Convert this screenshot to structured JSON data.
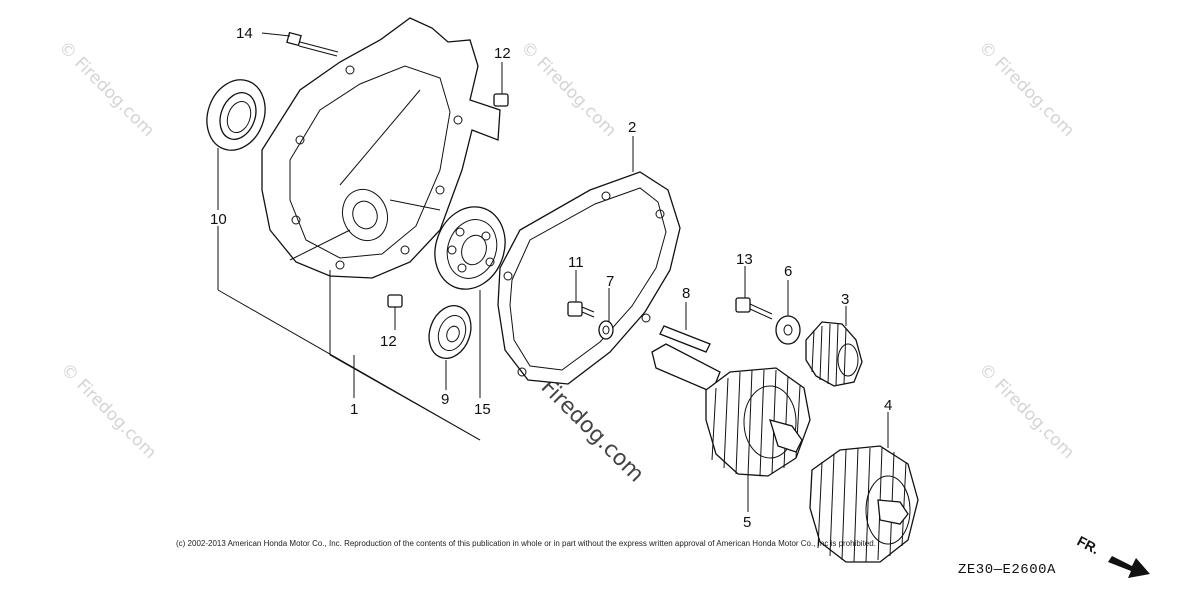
{
  "watermarks": {
    "text": "© Firedog.com",
    "center_text": "Firedog.com"
  },
  "callouts": {
    "c1": "1",
    "c2": "2",
    "c3": "3",
    "c4": "4",
    "c5": "5",
    "c6": "6",
    "c7": "7",
    "c8": "8",
    "c9": "9",
    "c10": "10",
    "c11": "11",
    "c12a": "12",
    "c12b": "12",
    "c13": "13",
    "c14": "14",
    "c15": "15"
  },
  "footer": {
    "copyright": "(c) 2002-2013 American Honda Motor Co., Inc. Reproduction of the contents of this publication in whole or in part without the express written approval of American Honda Motor Co., Inc is prohibited.",
    "diagram_code": "ZE30—E2600A",
    "direction_label": "FR."
  }
}
